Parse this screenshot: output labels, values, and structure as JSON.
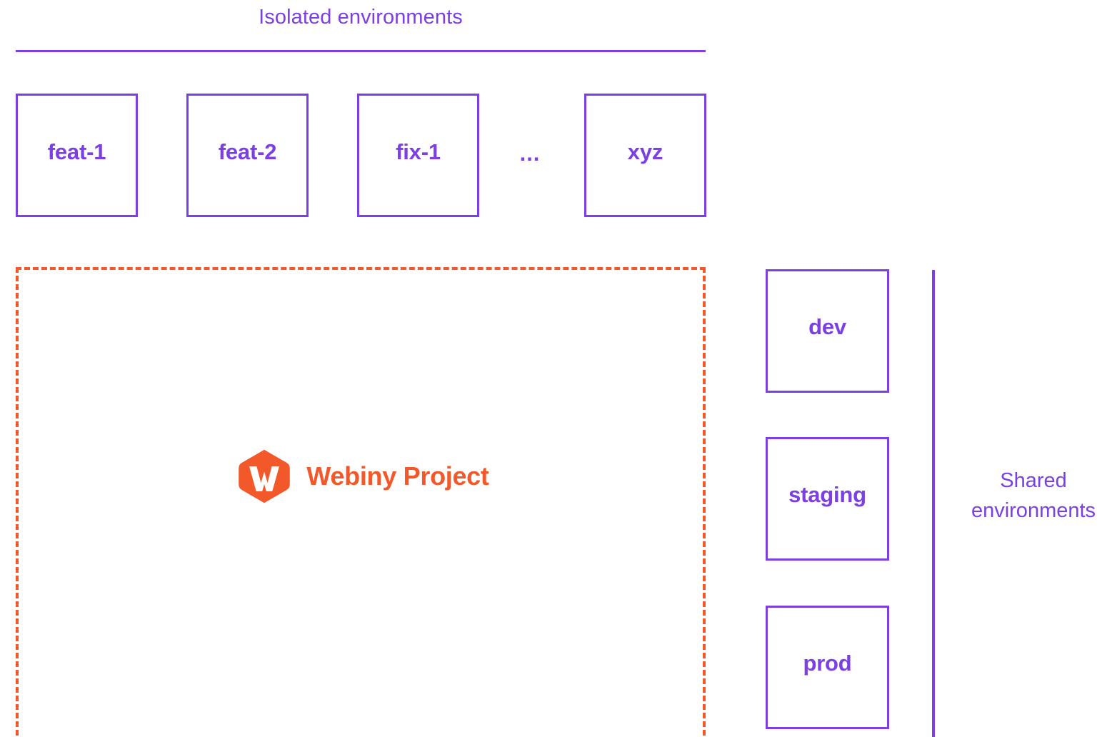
{
  "diagram": {
    "title_isolated": "Isolated environments",
    "title_shared_line1": "Shared",
    "title_shared_line2": "environments",
    "colors": {
      "purple": "#7b3fe4",
      "orange": "#f2582a",
      "background": "#ffffff"
    }
  },
  "isolated_environments": {
    "heading": "Isolated environments",
    "boxes": [
      {
        "label": "feat-1"
      },
      {
        "label": "feat-2"
      },
      {
        "label": "fix-1"
      },
      {
        "label": "xyz"
      }
    ],
    "ellipsis": "..."
  },
  "project": {
    "name": "Webiny Project",
    "logo_icon": "webiny-hexagon-w-logo",
    "border_style": "dashed"
  },
  "shared_environments": {
    "heading_line1": "Shared",
    "heading_line2": "environments",
    "boxes": [
      {
        "label": "dev"
      },
      {
        "label": "staging"
      },
      {
        "label": "prod"
      }
    ]
  }
}
